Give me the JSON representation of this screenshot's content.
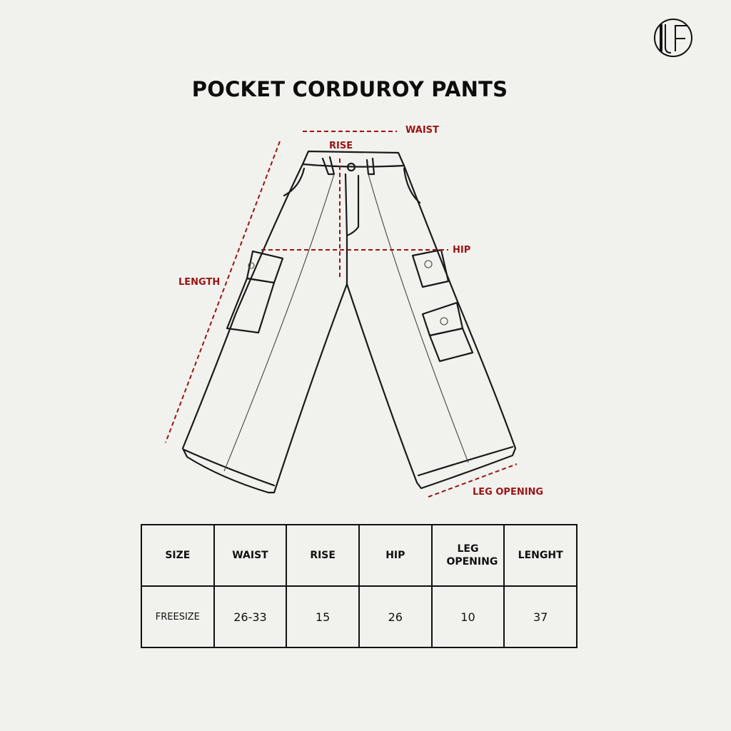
{
  "brand": {
    "logo_icon": "monogram-logo-icon"
  },
  "title": "POCKET CORDUROY PANTS",
  "measure_labels": {
    "waist": "WAIST",
    "rise": "RISE",
    "hip": "HIP",
    "length": "LENGTH",
    "leg_opening": "LEG OPENING"
  },
  "colors": {
    "background": "#f1f1ed",
    "measure_accent": "#9a1414",
    "ink": "#111111"
  },
  "table": {
    "headers": [
      "SIZE",
      "WAIST",
      "RISE",
      "HIP",
      "LEG OPENING",
      "LENGHT"
    ],
    "rows": [
      [
        "FREESIZE",
        "26-33",
        "15",
        "26",
        "10",
        "37"
      ]
    ]
  }
}
